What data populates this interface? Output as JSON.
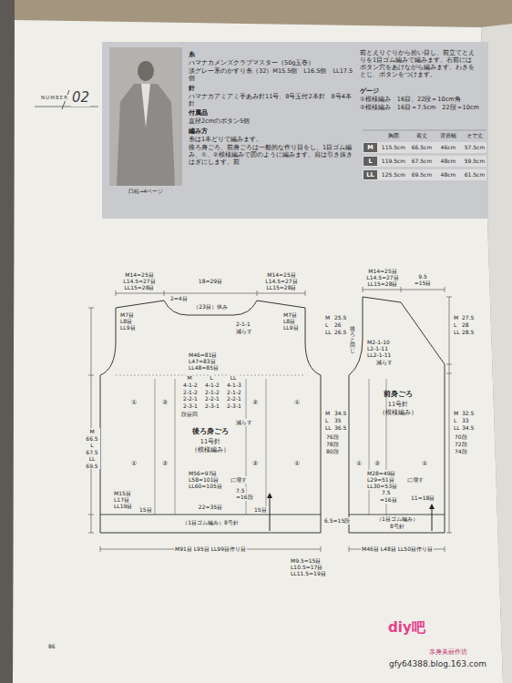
{
  "diagram": {
    "nodes": [
      {
        "text": [
          "口絵→4ページ",
          "糸",
          "ハマナカメンズクラブマスター（50g玉巻）",
          "淡グレー系のかすり糸（32）M15.5個　L16.5個　LL17.5個",
          "針",
          "ハマナカアミアミ手あみ針11号、8号玉付2本針　8号4本針",
          "付属品",
          "直径2cmのボタン5個",
          "編み方",
          "糸は1本どりで編みます。",
          "後ろ身ごろ、前身ごろは一般的な作り目をし、1目ゴム編み、①、②模様編みで図のように編みます。肩は引き抜きはぎにします。前",
          "前とえりぐりから拾い目し、前立てとえりを1目ゴム編みで編みます。右前にはボタン穴をあけながら編みます。わきをとじ、ボタンをつけます。",
          "ゲージ",
          "①模様編み　16目、22段＝10cm角",
          "②模様編み　16目＝7.5cm　22段＝10cm",
          "胸囲",
          "着丈",
          "背肩幅",
          "そで丈",
          "115.5cm",
          "66.5cm",
          "46cm",
          "57.5cm",
          "119.5cm",
          "67.5cm",
          "48cm",
          "59.5cm",
          "125.5cm",
          "69.5cm",
          "48cm",
          "61.5cm"
        ]
      },
      {
        "text": [
          "M"
        ],
        "in": 0
      },
      {
        "text": [
          "L"
        ],
        "in": 0
      },
      {
        "text": [
          "LL"
        ],
        "in": 0
      },
      {
        "text": [
          "後ろ身ごろ",
          "11号針",
          "（模様編み）"
        ]
      },
      {
        "text": [
          "前身ごろ",
          "11号針",
          "（模様編み）"
        ]
      }
    ],
    "labels": [
      "NUMBER",
      "02",
      "M14=25目",
      "L14.5=27目",
      "LL15=28目",
      "18=29目",
      "M14=25目",
      "L14.5=27目",
      "LL15=28目",
      "2=4目",
      "M7目",
      "L8目",
      "LL9目",
      "M7目",
      "L8目",
      "LL9目",
      "（23目）休み",
      "2-1-1",
      "減らす",
      "M46=81目",
      "L47=83目",
      "LL48=85目",
      "M",
      "L",
      "LL",
      "4-1-2 2-1-2 2-2-1 2-3-1",
      "4-1-2 2-1-2 2-2-1 2-3-1",
      "4-1-3 2-1-2 2-2-1 2-3-1",
      "段目回",
      "減らす",
      "①",
      "②",
      "②",
      "①",
      "①",
      "②",
      "②",
      "①",
      "M56=97目",
      "L58=101目",
      "LL60=105目",
      "に増す",
      "M15目",
      "L17目",
      "LL19目",
      "15目",
      "22=35目",
      "15目",
      "7.5",
      "=16段",
      "（1目ゴム編み）8号針",
      "M91目 L95目 LL99目作り目",
      "M 66.5 L 67.5 LL 69.5",
      "M",
      "L",
      "LL",
      "25.5",
      "26",
      "26.5",
      "M",
      "L",
      "LL",
      "34.5",
      "35",
      "36.5",
      "76段",
      "78段",
      "80段",
      "6.5=15段",
      "M9.5=15目",
      "L10.5=17目",
      "LL11.5=19目",
      "M14=25目",
      "L14.5=27目",
      "LL15=28目",
      "9.5",
      "=15目",
      "後ろと同じ",
      "M2-1-10",
      "L2-1-11",
      "LL2-1-11",
      "減らす",
      "①",
      "②",
      "①",
      "M28=49目",
      "L29=51目",
      "LL30=53目",
      "に増す",
      "7.5",
      "=16目",
      "11=18目",
      "（1目ゴム編み）",
      "8号針",
      "M46目 L48目 LL50目作り目",
      "M",
      "L",
      "LL",
      "27.5",
      "28",
      "28.5",
      "M",
      "L",
      "LL",
      "32.5",
      "33",
      "34.5",
      "70段",
      "72段",
      "74段",
      "86",
      "diy吧",
      "亲身美丽作坊",
      "gfy64388.blog.163.com"
    ]
  }
}
